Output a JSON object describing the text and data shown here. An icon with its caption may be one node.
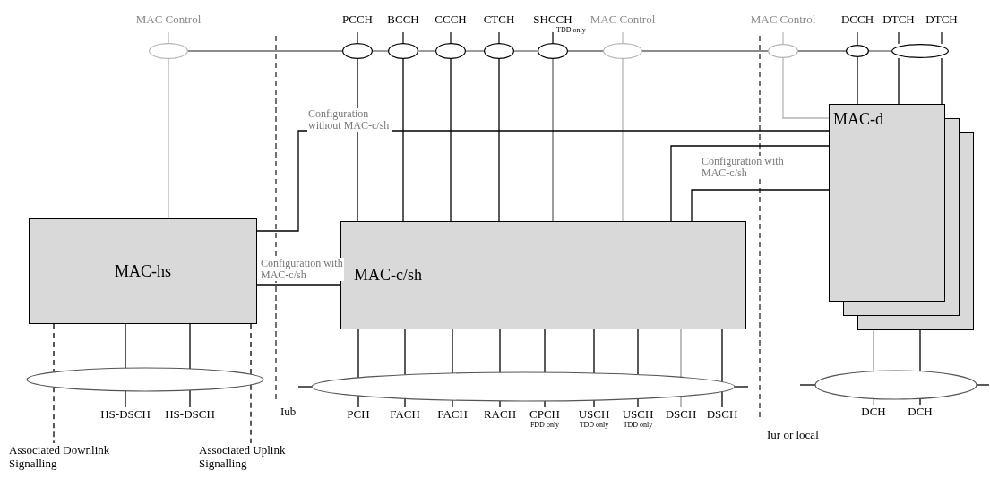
{
  "diagram": {
    "nodes": [
      {
        "text": [
          "MAC Control"
        ]
      },
      {
        "text": [
          "PCCH"
        ]
      },
      {
        "text": [
          "BCCH"
        ]
      },
      {
        "text": [
          "CCCH"
        ]
      },
      {
        "text": [
          "CTCH"
        ]
      },
      {
        "text": [
          "SHCCH",
          "TDD only"
        ]
      },
      {
        "text": [
          "MAC Control"
        ]
      },
      {
        "text": [
          "MAC Control"
        ]
      },
      {
        "text": [
          "DCCH"
        ]
      },
      {
        "text": [
          "DTCH",
          "DTCH"
        ]
      },
      {
        "text": [
          "MAC-d"
        ]
      },
      {
        "text": [
          "MAC-hs"
        ]
      },
      {
        "text": [
          "MAC-c/sh"
        ]
      },
      {
        "text": [],
        "shape": "ellipse"
      },
      {
        "text": [],
        "shape": "ellipse"
      },
      {
        "text": [],
        "shape": "ellipse"
      },
      {
        "text": [
          "HS-DSCH"
        ]
      },
      {
        "text": [
          "HS-DSCH"
        ]
      },
      {
        "text": [
          "PCH"
        ]
      },
      {
        "text": [
          "FACH"
        ]
      },
      {
        "text": [
          "FACH"
        ]
      },
      {
        "text": [
          "RACH"
        ]
      },
      {
        "text": [
          "CPCH",
          "FDD only"
        ]
      },
      {
        "text": [
          "USCH",
          "TDD only"
        ]
      },
      {
        "text": [
          "USCH",
          "TDD only"
        ]
      },
      {
        "text": [
          "DSCH"
        ]
      },
      {
        "text": [
          "DSCH"
        ]
      },
      {
        "text": [
          "DCH"
        ]
      },
      {
        "text": [
          "DCH"
        ]
      },
      {
        "text": [
          "Associated Downlink Signalling"
        ]
      },
      {
        "text": [
          "Associated Uplink Signalling"
        ]
      }
    ],
    "edges": [
      {
        "from": 0,
        "to": 1,
        "arrow": "none",
        "color": "#666666"
      },
      {
        "from": 1,
        "to": 2,
        "arrow": "none",
        "color": "#666666"
      },
      {
        "from": 2,
        "to": 3,
        "arrow": "none",
        "color": "#666666"
      },
      {
        "from": 3,
        "to": 4,
        "arrow": "none",
        "color": "#666666"
      },
      {
        "from": 4,
        "to": 5,
        "arrow": "none",
        "color": "#666666"
      },
      {
        "from": 5,
        "to": 6,
        "arrow": "none",
        "color": "#666666"
      },
      {
        "from": 6,
        "to": 7,
        "arrow": "none",
        "color": "#666666"
      },
      {
        "from": 7,
        "to": 8,
        "arrow": "none",
        "color": "#666666"
      },
      {
        "from": 8,
        "to": 9,
        "arrow": "none",
        "color": "#666666"
      },
      {
        "from": 0,
        "to": 11,
        "arrow": "none",
        "color": "#b4b4b4"
      },
      {
        "from": 1,
        "to": 12,
        "arrow": "none"
      },
      {
        "from": 2,
        "to": 12,
        "arrow": "none"
      },
      {
        "from": 3,
        "to": 12,
        "arrow": "none"
      },
      {
        "from": 4,
        "to": 12,
        "arrow": "none"
      },
      {
        "from": 5,
        "to": 12,
        "arrow": "none",
        "color": "#666666"
      },
      {
        "from": 6,
        "to": 12,
        "arrow": "none",
        "color": "#b4b4b4"
      },
      {
        "from": 7,
        "to": 10,
        "arrow": "none",
        "color": "#b4b4b4"
      },
      {
        "from": 8,
        "to": 10,
        "arrow": "none"
      },
      {
        "from": 9,
        "to": 10,
        "arrow": "none"
      },
      {
        "from": 9,
        "to": 10,
        "arrow": "none"
      },
      {
        "from": 11,
        "to": 10,
        "arrow": "none",
        "label": "Configuration without MAC-c/sh"
      },
      {
        "from": 11,
        "to": 12,
        "arrow": "none",
        "label": "Configuration with MAC-c/sh"
      },
      {
        "from": 12,
        "to": 10,
        "arrow": "none"
      },
      {
        "from": 12,
        "to": 10,
        "arrow": "none",
        "label": "Configuration with MAC-c/sh"
      },
      {
        "from": 11,
        "to": 13,
        "arrow": "none",
        "style": "dashed"
      },
      {
        "from": 11,
        "to": 13,
        "arrow": "none"
      },
      {
        "from": 11,
        "to": 13,
        "arrow": "none"
      },
      {
        "from": 11,
        "to": 13,
        "arrow": "none",
        "style": "dashed"
      },
      {
        "from": 13,
        "to": 29,
        "arrow": "none",
        "style": "dashed"
      },
      {
        "from": 13,
        "to": 16,
        "arrow": "none"
      },
      {
        "from": 13,
        "to": 17,
        "arrow": "none"
      },
      {
        "from": 13,
        "to": 30,
        "arrow": "none",
        "style": "dashed"
      },
      {
        "from": 12,
        "to": 14,
        "arrow": "none"
      },
      {
        "from": 12,
        "to": 14,
        "arrow": "none"
      },
      {
        "from": 12,
        "to": 14,
        "arrow": "none"
      },
      {
        "from": 12,
        "to": 14,
        "arrow": "none"
      },
      {
        "from": 12,
        "to": 14,
        "arrow": "none"
      },
      {
        "from": 12,
        "to": 14,
        "arrow": "none"
      },
      {
        "from": 12,
        "to": 14,
        "arrow": "none"
      },
      {
        "from": 12,
        "to": 14,
        "arrow": "none",
        "color": "#999999"
      },
      {
        "from": 12,
        "to": 14,
        "arrow": "none"
      },
      {
        "from": 14,
        "to": 18,
        "arrow": "none"
      },
      {
        "from": 14,
        "to": 19,
        "arrow": "none"
      },
      {
        "from": 14,
        "to": 20,
        "arrow": "none"
      },
      {
        "from": 14,
        "to": 21,
        "arrow": "none"
      },
      {
        "from": 14,
        "to": 22,
        "arrow": "none"
      },
      {
        "from": 14,
        "to": 23,
        "arrow": "none"
      },
      {
        "from": 14,
        "to": 24,
        "arrow": "none"
      },
      {
        "from": 14,
        "to": 25,
        "arrow": "none",
        "color": "#999999"
      },
      {
        "from": 14,
        "to": 26,
        "arrow": "none"
      },
      {
        "from": null,
        "to": 14,
        "arrow": "none"
      },
      {
        "from": 14,
        "to": null,
        "arrow": "none"
      },
      {
        "from": 10,
        "to": 15,
        "arrow": "none",
        "color": "#999999"
      },
      {
        "from": 10,
        "to": 15,
        "arrow": "none"
      },
      {
        "from": 15,
        "to": 27,
        "arrow": "none",
        "color": "#999999"
      },
      {
        "from": 15,
        "to": 28,
        "arrow": "none"
      },
      {
        "from": null,
        "to": 15,
        "arrow": "none"
      },
      {
        "from": 15,
        "to": null,
        "arrow": "none"
      }
    ],
    "labels": [
      "Iub",
      "Iur or local"
    ]
  }
}
